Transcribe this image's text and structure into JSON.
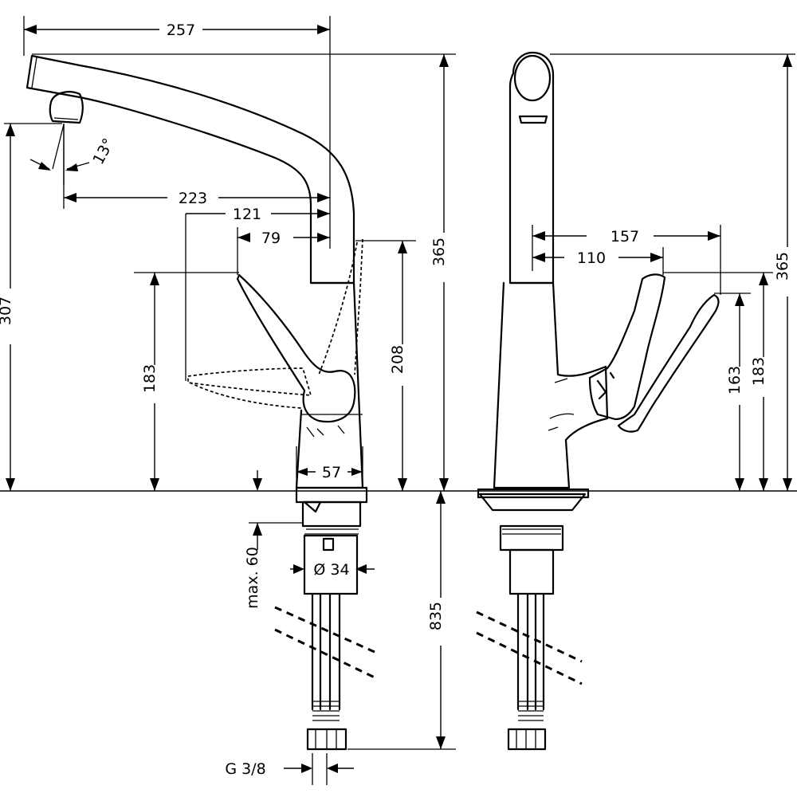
{
  "drawing": {
    "labels": {
      "d257": "257",
      "d223": "223",
      "d121": "121",
      "d79": "79",
      "d13": "13°",
      "d307": "307",
      "d183_left": "183",
      "d208": "208",
      "d365_left": "365",
      "d57": "57",
      "d34": "Ø 34",
      "dmax60": "max. 60",
      "d835": "835",
      "dg38": "G 3/8",
      "d157": "157",
      "d110": "110",
      "d163": "163",
      "d183_right": "183",
      "d365_right": "365"
    }
  }
}
